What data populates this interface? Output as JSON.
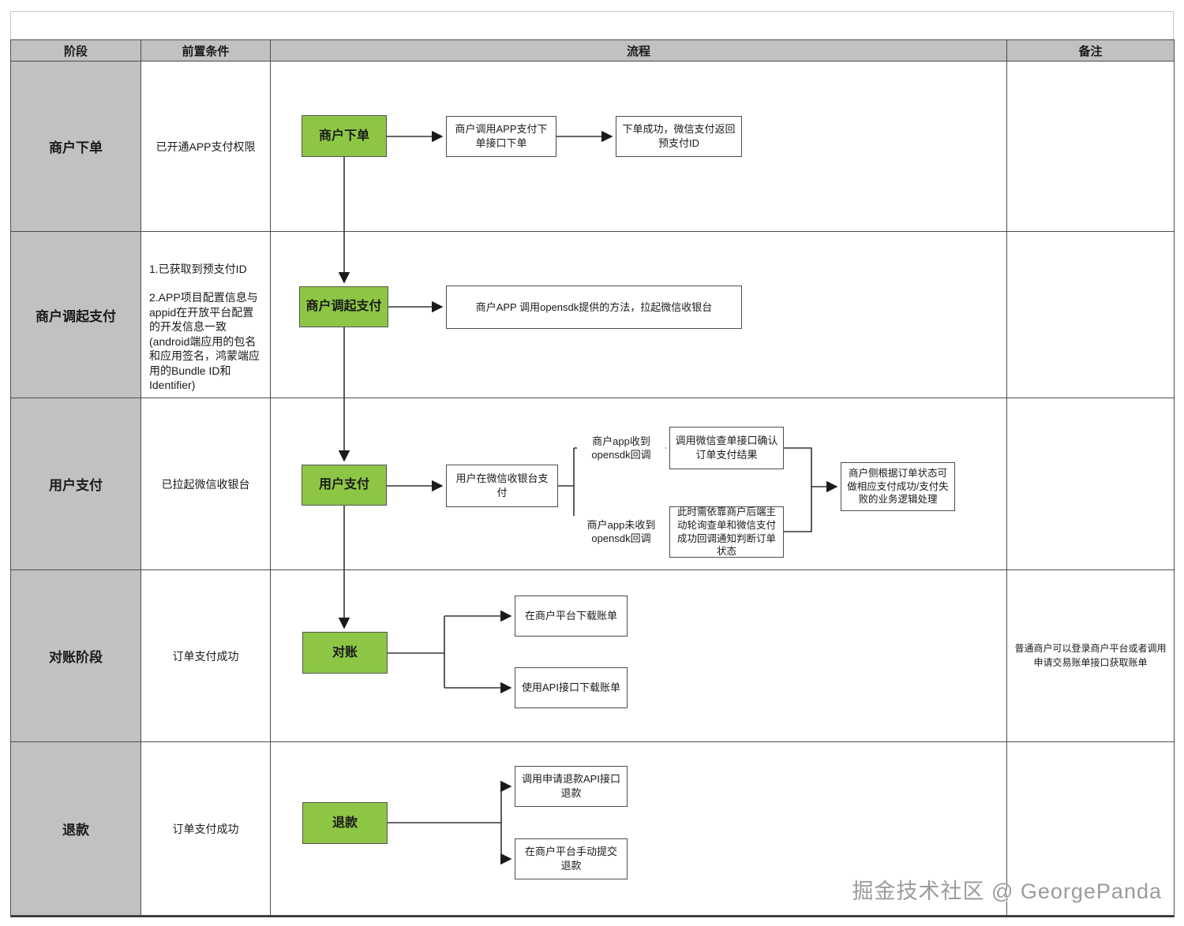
{
  "colors": {
    "node_green": "#8dc645",
    "header_bg": "#c1c1c1",
    "grid_border": "#4d4d4d",
    "watermark_gray": "#9b9b9b"
  },
  "header": {
    "stage": "阶段",
    "precondition": "前置条件",
    "process": "流程",
    "note": "备注"
  },
  "rows": [
    {
      "stage": "商户下单",
      "precondition": "已开通APP支付权限",
      "note": ""
    },
    {
      "stage": "商户调起支付",
      "precondition_1": "1.已获取到预支付ID",
      "precondition_2": "2.APP项目配置信息与appid在开放平台配置的开发信息一致(android端应用的包名和应用签名，鸿蒙端应用的Bundle ID和Identifier)",
      "note": ""
    },
    {
      "stage": "用户支付",
      "precondition": "已拉起微信收银台",
      "note": ""
    },
    {
      "stage": "对账阶段",
      "precondition": "订单支付成功",
      "note": "普通商户可以登录商户平台或者调用申请交易账单接口获取账单"
    },
    {
      "stage": "退款",
      "precondition": "订单支付成功",
      "note": ""
    }
  ],
  "flow": {
    "merchant_order": "商户下单",
    "call_order_api": "商户调用APP支付下单接口下单",
    "order_success": "下单成功，微信支付返回预支付ID",
    "invoke_pay": "商户调起支付",
    "call_opensdk": "商户APP 调用opensdk提供的方法，拉起微信收银台",
    "user_pay": "用户支付",
    "pay_at_cashier": "用户在微信收银台支付",
    "callback_received": "商户app收到opensdk回调",
    "query_order": "调用微信查单接口确认订单支付结果",
    "callback_not_received": "商户app未收到opensdk回调",
    "poll_order": "此时需依靠商户后端主动轮询查单和微信支付成功回调通知判断订单状态",
    "handle_result": "商户侧根据订单状态可做相应支付成功/支付失败的业务逻辑处理",
    "reconcile": "对账",
    "download_bill_platform": "在商户平台下载账单",
    "download_bill_api": "使用API接口下载账单",
    "refund": "退款",
    "refund_api": "调用申请退款API接口退款",
    "refund_manual": "在商户平台手动提交退款"
  },
  "watermark": {
    "text": "掘金技术社区 @ GeorgePanda"
  }
}
